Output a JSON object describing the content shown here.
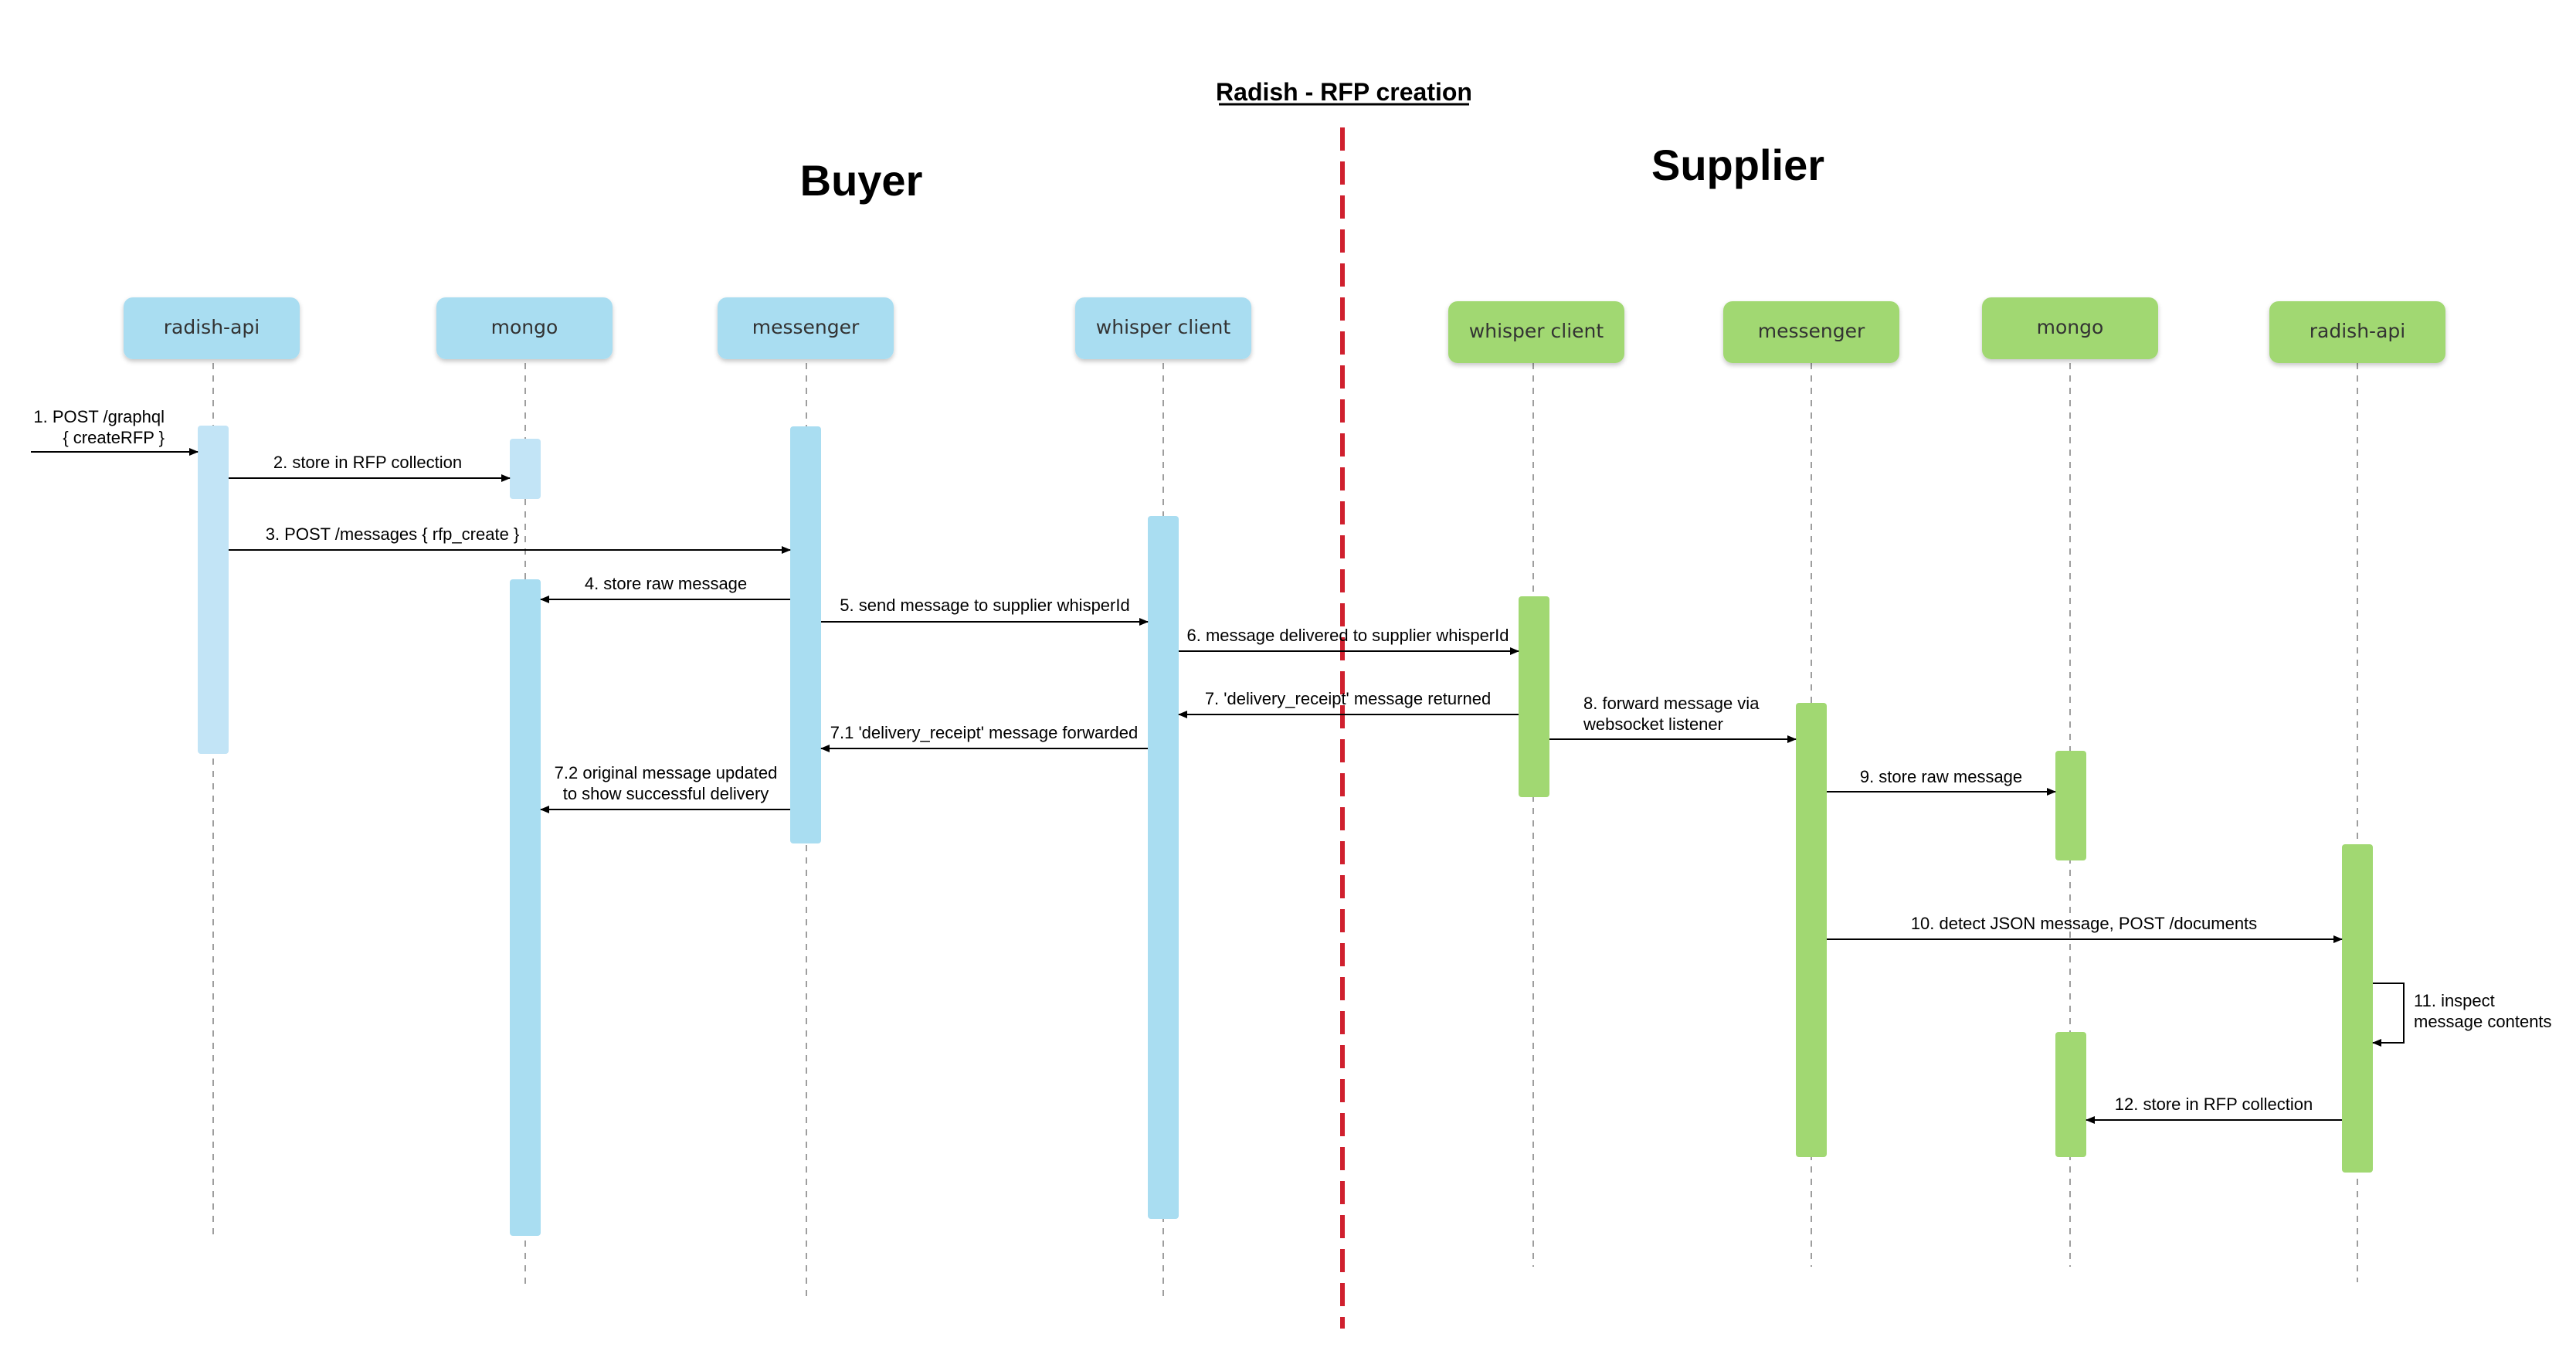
{
  "title": "Radish - RFP creation",
  "sections": {
    "buyer": "Buyer",
    "supplier": "Supplier"
  },
  "colors": {
    "buyer": "#a9ddf1",
    "buyer_light": "#c2e4f6",
    "supplier": "#a1d872",
    "divider": "#d0202e",
    "line": "#000000"
  },
  "participants": [
    {
      "id": "b_api",
      "label": "radish-api",
      "side": "buyer"
    },
    {
      "id": "b_mongo",
      "label": "mongo",
      "side": "buyer"
    },
    {
      "id": "b_msg",
      "label": "messenger",
      "side": "buyer"
    },
    {
      "id": "b_whisper",
      "label": "whisper client",
      "side": "buyer"
    },
    {
      "id": "s_whisper",
      "label": "whisper client",
      "side": "supplier"
    },
    {
      "id": "s_msg",
      "label": "messenger",
      "side": "supplier"
    },
    {
      "id": "s_mongo",
      "label": "mongo",
      "side": "supplier"
    },
    {
      "id": "s_api",
      "label": "radish-api",
      "side": "supplier"
    }
  ],
  "messages": [
    {
      "label": "1. POST /graphql\n{ createRFP }",
      "from": "external",
      "to": "b_api"
    },
    {
      "label": "2. store in RFP collection",
      "from": "b_api",
      "to": "b_mongo"
    },
    {
      "label": "3. POST /messages { rfp_create }",
      "from": "b_api",
      "to": "b_msg"
    },
    {
      "label": "4. store raw message",
      "from": "b_msg",
      "to": "b_mongo"
    },
    {
      "label": "5. send message to supplier whisperId",
      "from": "b_msg",
      "to": "b_whisper"
    },
    {
      "label": "6. message delivered to supplier whisperId",
      "from": "b_whisper",
      "to": "s_whisper"
    },
    {
      "label": "7. 'delivery_receipt' message returned",
      "from": "s_whisper",
      "to": "b_whisper"
    },
    {
      "label": "7.1 'delivery_receipt' message forwarded",
      "from": "b_whisper",
      "to": "b_msg"
    },
    {
      "label": "7.2 original message updated\nto show successful delivery",
      "from": "b_msg",
      "to": "b_mongo"
    },
    {
      "label": "8. forward message via\nwebsocket listener",
      "from": "s_whisper",
      "to": "s_msg"
    },
    {
      "label": "9. store raw message",
      "from": "s_msg",
      "to": "s_mongo"
    },
    {
      "label": "10. detect JSON message, POST /documents",
      "from": "s_msg",
      "to": "s_api"
    },
    {
      "label": "11. inspect\nmessage contents",
      "from": "s_api",
      "to": "s_api"
    },
    {
      "label": "12. store in RFP collection",
      "from": "s_api",
      "to": "s_mongo"
    }
  ]
}
